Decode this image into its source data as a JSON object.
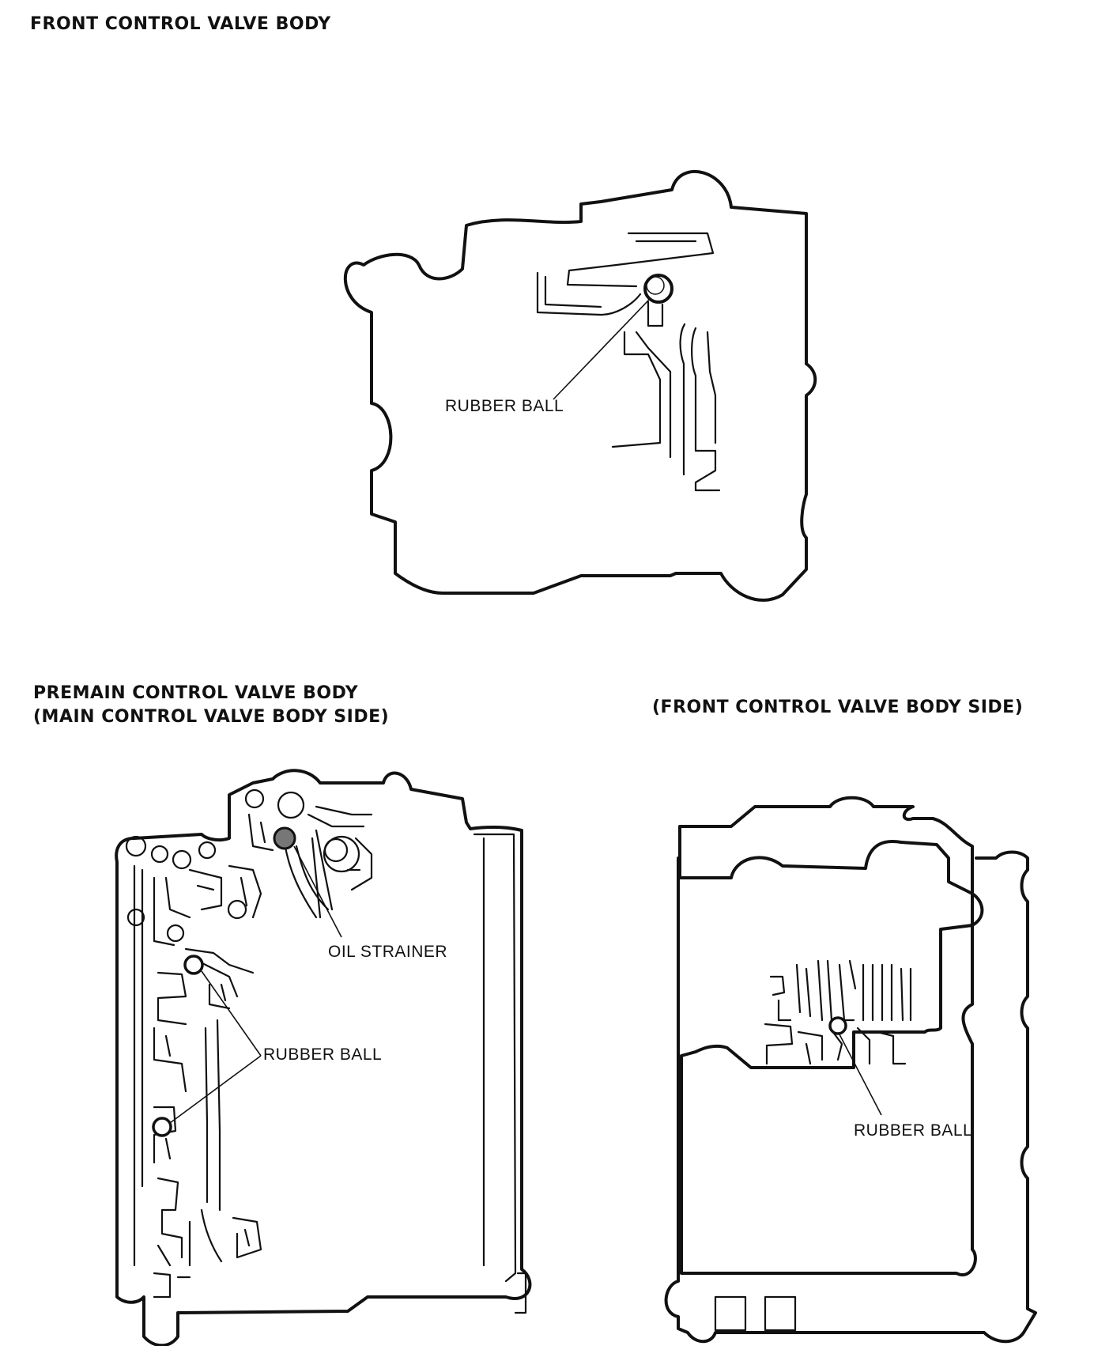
{
  "sections": {
    "front": {
      "title": "FRONT CONTROL VALVE BODY",
      "ball_label": "RUBBER BALL"
    },
    "premain": {
      "title_line1": "PREMAIN CONTROL VALVE BODY",
      "title_line2": "(MAIN CONTROL VALVE BODY SIDE)",
      "strainer_label": "OIL STRAINER",
      "ball_label": "RUBBER BALL"
    },
    "front_side": {
      "title": "(FRONT CONTROL VALVE BODY SIDE)",
      "ball_label": "RUBBER BALL"
    }
  }
}
